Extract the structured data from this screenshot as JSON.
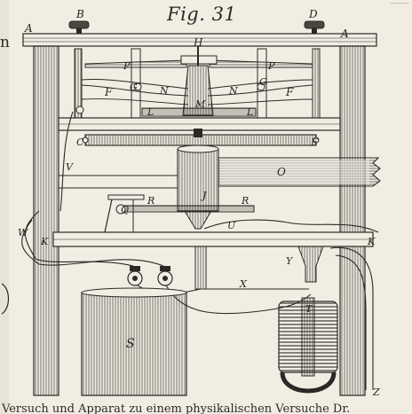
{
  "figure": {
    "title": "Fig. 31",
    "margin_text": "n",
    "caption": "Versuch und Apparat zu einem physikalischen Versuche Dr.",
    "part_labels": {
      "B_left": "B",
      "D": "D",
      "A_left": "A",
      "A_right": "A",
      "H": "H",
      "P_left": "P",
      "P_right": "P",
      "G_left": "G",
      "G_right": "G",
      "F_left": "F",
      "F_right": "F",
      "N_left": "N",
      "N_right": "N",
      "M": "M",
      "L_left": "L",
      "L_right": "L",
      "C": "C",
      "E": "E",
      "V_top": "V",
      "O": "O",
      "J": "J",
      "R_left": "R",
      "R_right": "R",
      "Q": "Q",
      "U": "U",
      "W": "W",
      "K_left": "K",
      "K_right": "K",
      "Y": "Y",
      "X": "X",
      "T": "T",
      "S": "S",
      "Z": "Z"
    }
  }
}
